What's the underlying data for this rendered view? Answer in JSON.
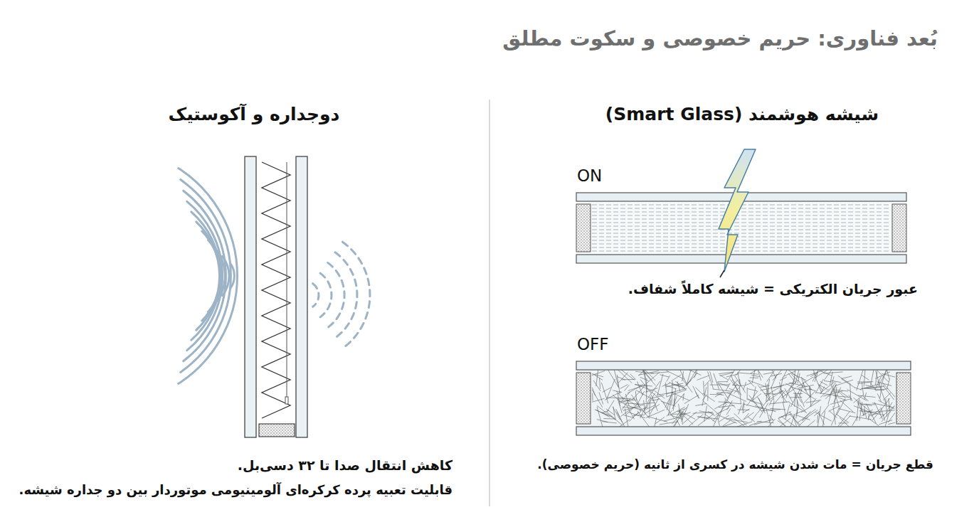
{
  "diagram": {
    "title": "بُعد فناوری: حریم خصوصی و سکوت مطلق",
    "labels": [
      "شیشه هوشمند (Smart Glass)",
      "ON",
      "عبور جریان الکتریکی = شیشه کاملاً شفاف.",
      "OFF",
      "قطع جریان = مات شدن شیشه در کسری از ثانیه (حریم خصوصی).",
      "دوجداره و آکوستیک",
      "کاهش انتقال صدا تا ۳۲ دسی‌بل.",
      "قابلیت تعبیه پرده کرکره‌ای آلومینیومی موتوردار بین دو جداره شیشه."
    ]
  }
}
